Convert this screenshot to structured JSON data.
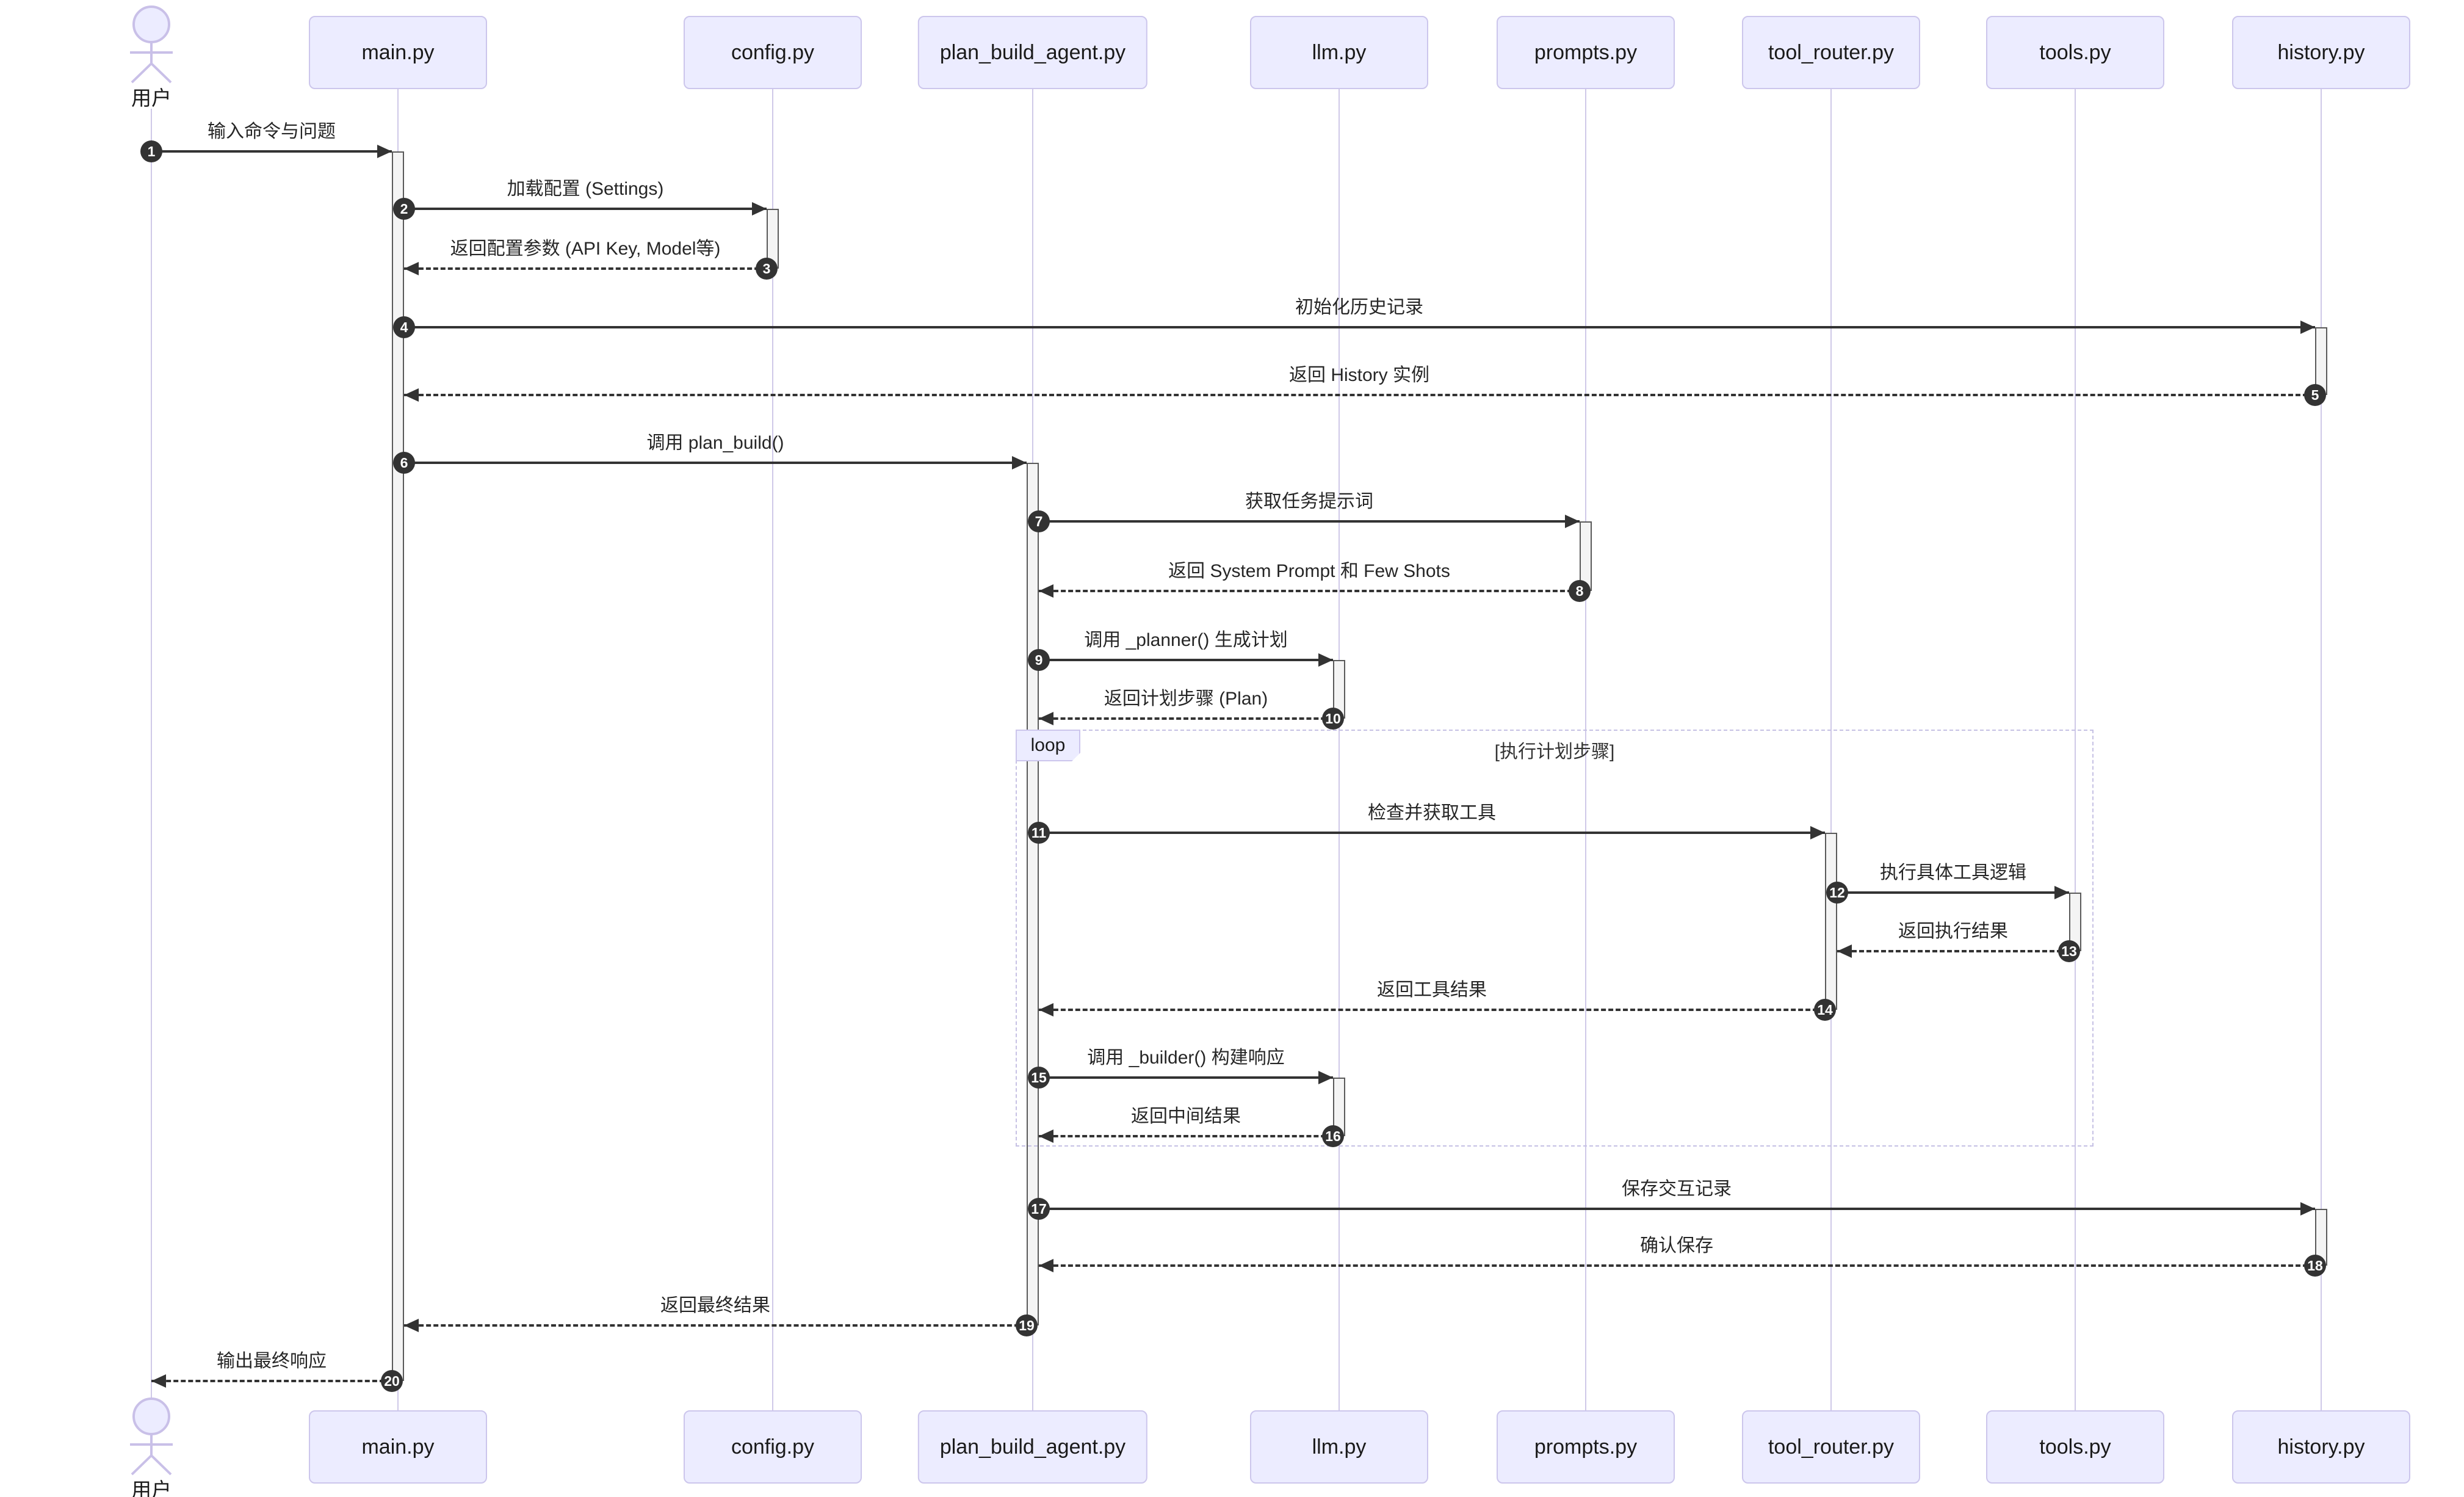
{
  "diagram": {
    "type": "sequence-diagram",
    "actor": {
      "label": "用户"
    },
    "participants": [
      {
        "label": "main.py"
      },
      {
        "label": "config.py"
      },
      {
        "label": "plan_build_agent.py"
      },
      {
        "label": "llm.py"
      },
      {
        "label": "prompts.py"
      },
      {
        "label": "tool_router.py"
      },
      {
        "label": "tools.py"
      },
      {
        "label": "history.py"
      }
    ],
    "loop": {
      "keyword": "loop",
      "condition": "[执行计划步骤]"
    },
    "messages": [
      {
        "num": "1",
        "from": "用户",
        "to": "main.py",
        "label": "输入命令与问题",
        "line": "solid"
      },
      {
        "num": "2",
        "from": "main.py",
        "to": "config.py",
        "label": "加载配置 (Settings)",
        "line": "solid"
      },
      {
        "num": "3",
        "from": "config.py",
        "to": "main.py",
        "label": "返回配置参数 (API Key, Model等)",
        "line": "dashed"
      },
      {
        "num": "4",
        "from": "main.py",
        "to": "history.py",
        "label": "初始化历史记录",
        "line": "solid"
      },
      {
        "num": "5",
        "from": "history.py",
        "to": "main.py",
        "label": "返回 History 实例",
        "line": "dashed"
      },
      {
        "num": "6",
        "from": "main.py",
        "to": "plan_build_agent.py",
        "label": "调用 plan_build()",
        "line": "solid"
      },
      {
        "num": "7",
        "from": "plan_build_agent.py",
        "to": "prompts.py",
        "label": "获取任务提示词",
        "line": "solid"
      },
      {
        "num": "8",
        "from": "prompts.py",
        "to": "plan_build_agent.py",
        "label": "返回 System Prompt 和 Few Shots",
        "line": "dashed"
      },
      {
        "num": "9",
        "from": "plan_build_agent.py",
        "to": "llm.py",
        "label": "调用 _planner() 生成计划",
        "line": "solid"
      },
      {
        "num": "10",
        "from": "llm.py",
        "to": "plan_build_agent.py",
        "label": "返回计划步骤 (Plan)",
        "line": "dashed"
      },
      {
        "num": "11",
        "from": "plan_build_agent.py",
        "to": "tool_router.py",
        "label": "检查并获取工具",
        "line": "solid"
      },
      {
        "num": "12",
        "from": "tool_router.py",
        "to": "tools.py",
        "label": "执行具体工具逻辑",
        "line": "solid"
      },
      {
        "num": "13",
        "from": "tools.py",
        "to": "tool_router.py",
        "label": "返回执行结果",
        "line": "dashed"
      },
      {
        "num": "14",
        "from": "tool_router.py",
        "to": "plan_build_agent.py",
        "label": "返回工具结果",
        "line": "dashed"
      },
      {
        "num": "15",
        "from": "plan_build_agent.py",
        "to": "llm.py",
        "label": "调用 _builder() 构建响应",
        "line": "solid"
      },
      {
        "num": "16",
        "from": "llm.py",
        "to": "plan_build_agent.py",
        "label": "返回中间结果",
        "line": "dashed"
      },
      {
        "num": "17",
        "from": "plan_build_agent.py",
        "to": "history.py",
        "label": "保存交互记录",
        "line": "solid"
      },
      {
        "num": "18",
        "from": "history.py",
        "to": "plan_build_agent.py",
        "label": "确认保存",
        "line": "dashed"
      },
      {
        "num": "19",
        "from": "plan_build_agent.py",
        "to": "main.py",
        "label": "返回最终结果",
        "line": "dashed"
      },
      {
        "num": "20",
        "from": "main.py",
        "to": "用户",
        "label": "输出最终响应",
        "line": "dashed"
      }
    ],
    "colors": {
      "participant_fill": "#ECECFF",
      "participant_border": "#CCC6EC",
      "lifeline": "#CFC9E8",
      "activation_fill": "#F4F4F4",
      "activation_border": "#5A5A5A",
      "arrow": "#333333",
      "badge_fill": "#333333",
      "badge_text": "#FFFFFF",
      "loop_border": "#C6C1E4",
      "text": "#262626"
    }
  }
}
